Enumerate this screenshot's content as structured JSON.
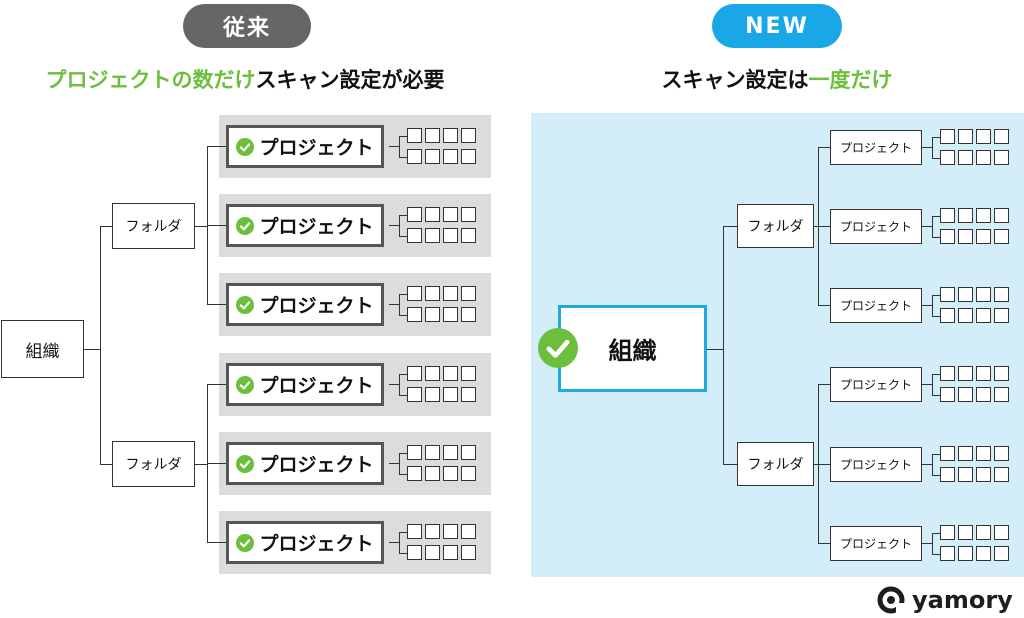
{
  "legacy": {
    "badge": "従来",
    "badge_color": "#666666",
    "heading_highlight": "プロジェクトの数だけ",
    "heading_rest": "スキャン設定が必要",
    "highlight_color": "#6cbf3d",
    "org_label": "組織",
    "folders": [
      {
        "label": "フォルダ",
        "projects": [
          "プロジェクト",
          "プロジェクト",
          "プロジェクト"
        ]
      },
      {
        "label": "フォルダ",
        "projects": [
          "プロジェクト",
          "プロジェクト",
          "プロジェクト"
        ]
      }
    ],
    "project_icon": "check-circle-icon"
  },
  "new": {
    "badge": "NEW",
    "badge_color": "#1aa7e8",
    "heading_rest": "スキャン設定は",
    "heading_highlight": "一度だけ",
    "highlight_color": "#6cbf3d",
    "panel_color": "#d3edf9",
    "org_label": "組織",
    "org_icon": "check-circle-icon",
    "folders": [
      {
        "label": "フォルダ",
        "projects": [
          "プロジェクト",
          "プロジェクト",
          "プロジェクト"
        ]
      },
      {
        "label": "フォルダ",
        "projects": [
          "プロジェクト",
          "プロジェクト",
          "プロジェクト"
        ]
      }
    ]
  },
  "brand": {
    "name": "yamory",
    "icon": "yamory-logo-icon"
  }
}
